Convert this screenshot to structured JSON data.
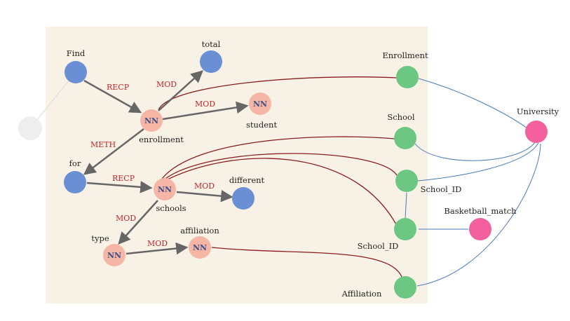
{
  "colors": {
    "panel": "#f8f1e6",
    "word_node": "#6b8fd4",
    "nn_node": "#f6b6a6",
    "schema_node": "#6cc783",
    "entity_node": "#f4609e",
    "dependency_edge": "#666666",
    "match_edge": "#8b1c1c",
    "schema_edge": "#4a7abc",
    "faded_node": "#eeeeee",
    "faded_edge": "#dddddd"
  },
  "nodes": {
    "find": {
      "label": "Find",
      "kind": "word"
    },
    "total": {
      "label": "total",
      "kind": "word"
    },
    "enrollment_nn": {
      "label": "enrollment",
      "kind": "nn",
      "tag": "NN"
    },
    "student_nn": {
      "label": "student",
      "kind": "nn",
      "tag": "NN"
    },
    "for": {
      "label": "for",
      "kind": "word"
    },
    "schools_nn": {
      "label": "schools",
      "kind": "nn",
      "tag": "NN"
    },
    "different": {
      "label": "different",
      "kind": "word"
    },
    "type_nn": {
      "label": "type",
      "kind": "nn",
      "tag": "NN"
    },
    "affiliation_nn": {
      "label": "affiliation",
      "kind": "nn",
      "tag": "NN"
    },
    "enrollment_col": {
      "label": "Enrollment",
      "kind": "schema"
    },
    "school_col": {
      "label": "School",
      "kind": "schema"
    },
    "school_id_1": {
      "label": "School_ID",
      "kind": "schema"
    },
    "school_id_2": {
      "label": "School_ID",
      "kind": "schema"
    },
    "affiliation_col": {
      "label": "Affiliation",
      "kind": "schema"
    },
    "university": {
      "label": "University",
      "kind": "entity"
    },
    "basketball_match": {
      "label": "Basketball_match",
      "kind": "entity"
    },
    "faded": {
      "label": "",
      "kind": "faded"
    }
  },
  "edge_labels": {
    "recp1": "RECP",
    "mod_total": "MOD",
    "mod_student": "MOD",
    "meth": "METH",
    "recp2": "RECP",
    "mod_different": "MOD",
    "mod_type": "MOD",
    "mod_affiliation": "MOD"
  }
}
